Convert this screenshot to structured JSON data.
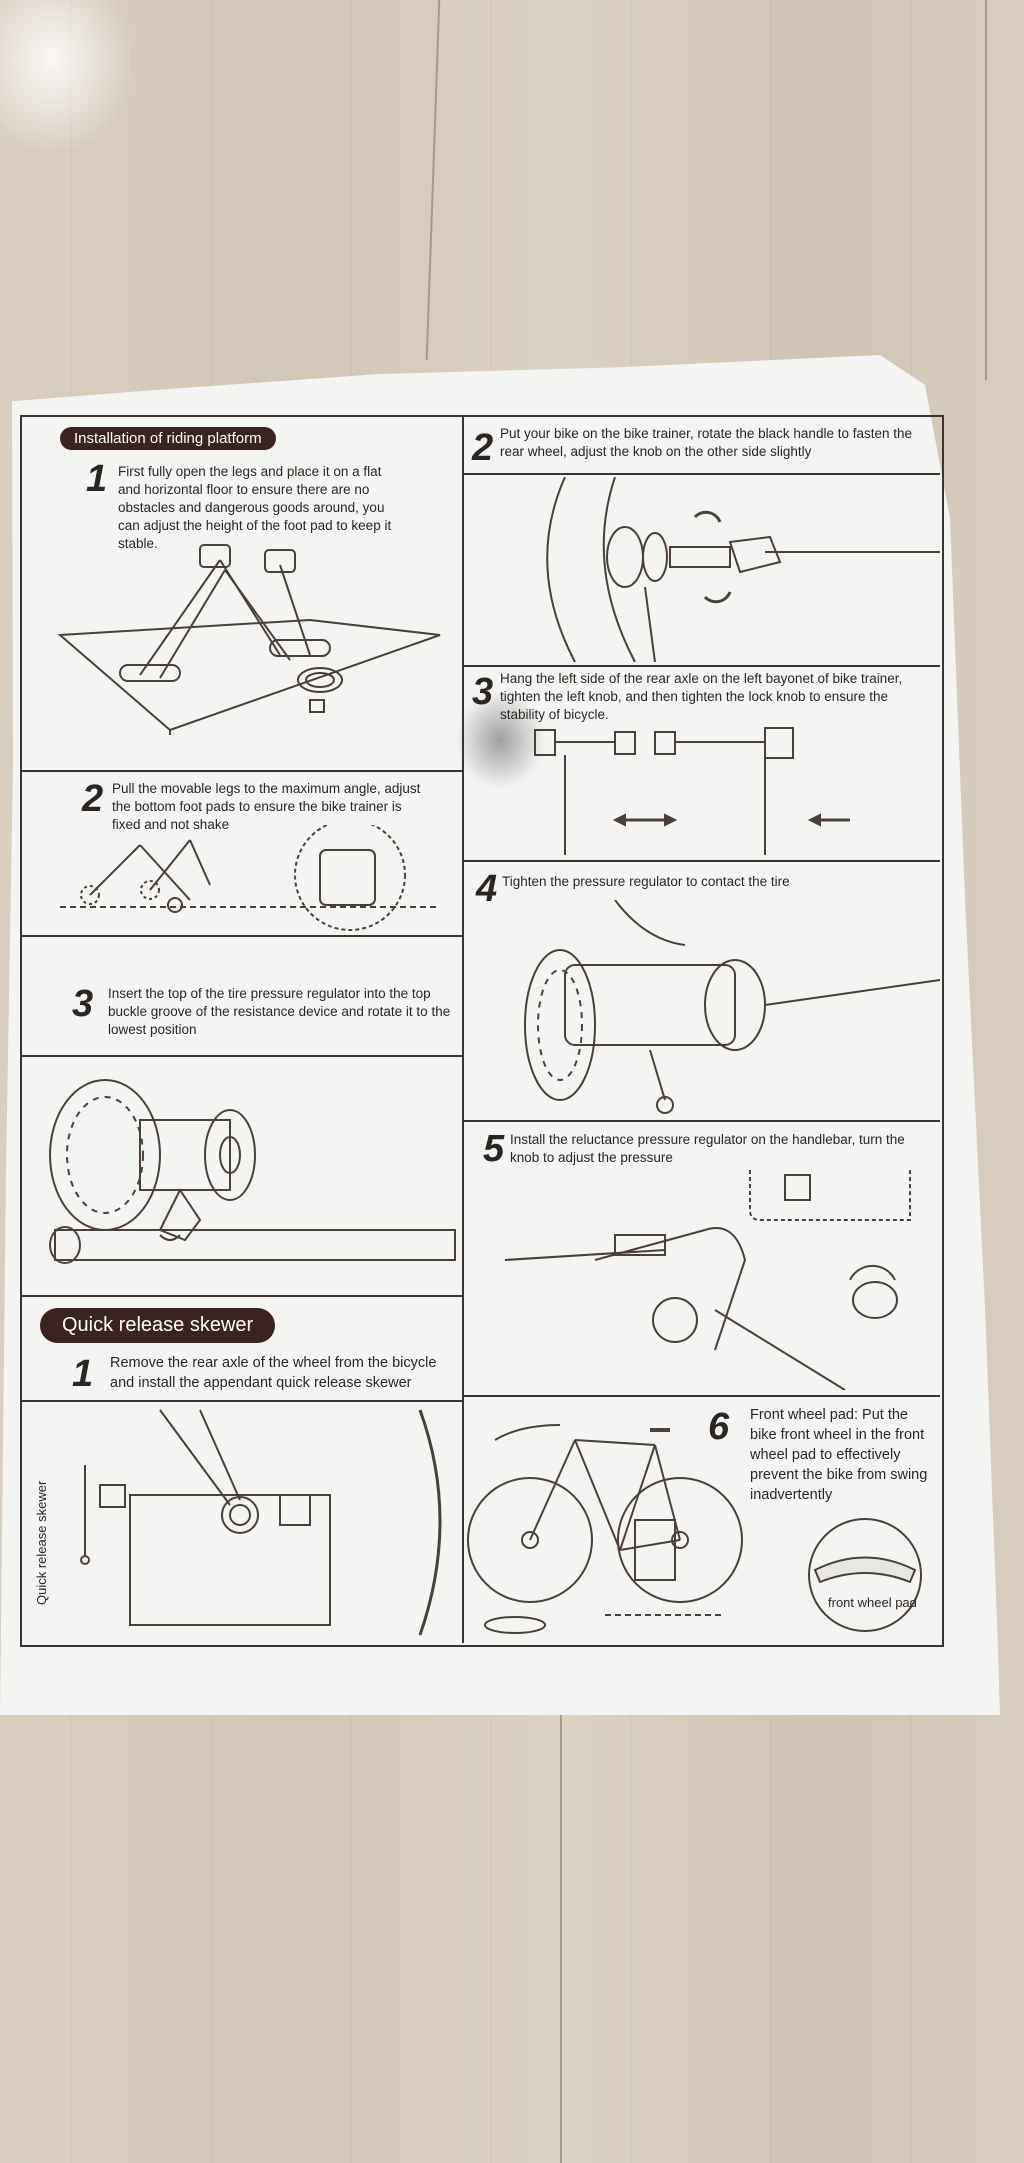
{
  "headings": {
    "riding_platform": "Installation of riding platform",
    "quick_release": "Quick release skewer"
  },
  "left_steps": [
    {
      "num": "1",
      "text": "First fully open the legs and place it on a flat and horizontal floor to ensure there are no obstacles and dangerous goods around, you can adjust the height of the foot pad to keep it stable."
    },
    {
      "num": "2",
      "text": "Pull the movable legs to the maximum angle, adjust the bottom foot pads to ensure the bike trainer is fixed and not shake"
    },
    {
      "num": "3",
      "text": "Insert the top of the tire pressure regulator into the top buckle groove of the resistance device and rotate it to the lowest position"
    }
  ],
  "quick_release_step": {
    "num": "1",
    "text": "Remove the rear axle of the wheel from the bicycle and install the appendant quick release skewer"
  },
  "quick_release_label": "Quick release skewer",
  "right_steps": [
    {
      "num": "2",
      "text": "Put your bike on the bike trainer, rotate the black handle to fasten the rear wheel, adjust the knob on the other side slightly"
    },
    {
      "num": "3",
      "text": "Hang the left side of the rear axle on the left bayonet of bike trainer, tighten the left knob, and then tighten the lock knob to ensure the stability of bicycle."
    },
    {
      "num": "4",
      "text": "Tighten the pressure regulator to contact the tire"
    },
    {
      "num": "5",
      "text": "Install the reluctance pressure regulator on the handlebar, turn the knob to adjust the pressure"
    },
    {
      "num": "6",
      "text": "Front wheel pad: Put the bike front wheel in the front wheel pad to effectively prevent the bike from swing inadvertently"
    }
  ],
  "front_wheel_pad_label": "front wheel pad",
  "colors": {
    "pill": "#3a2420",
    "ink": "#2b2523",
    "paper": "#f4f4f2"
  }
}
